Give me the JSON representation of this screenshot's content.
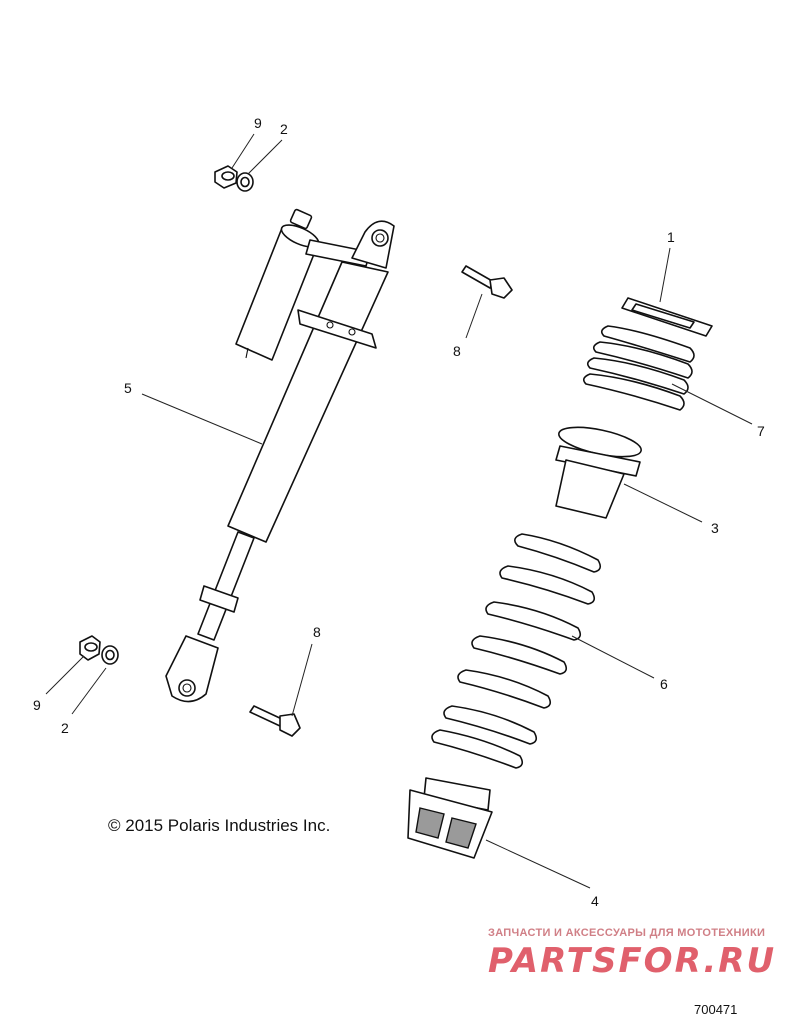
{
  "callouts": {
    "c9_top": "9",
    "c2_top": "2",
    "c1": "1",
    "c8_top": "8",
    "c5": "5",
    "c7": "7",
    "c3": "3",
    "c6": "6",
    "c8_mid": "8",
    "c9_bottom": "9",
    "c2_bottom": "2",
    "c4": "4"
  },
  "copyright": "© 2015 Polaris Industries Inc.",
  "watermark": {
    "tagline": "ЗАПЧАСТИ И АКСЕССУАРЫ ДЛЯ МОТОТЕХНИКИ",
    "logo": "PARTSFOR.RU"
  },
  "figure_number": "700471",
  "colors": {
    "ink": "#111111",
    "watermark": "#e0606c",
    "background": "#ffffff"
  }
}
